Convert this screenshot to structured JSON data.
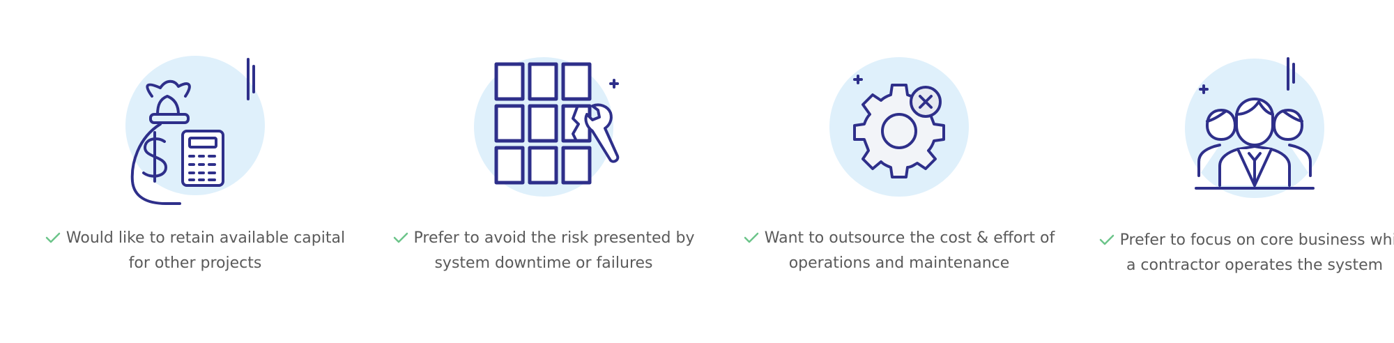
{
  "colors": {
    "circle_bg": "#dff0fb",
    "icon_stroke": "#2e2f8a",
    "check": "#6cc48a",
    "text": "#5a5a5a"
  },
  "features": [
    {
      "icon": "money-bag-calculator-icon",
      "line1": "Would like to retain available capital",
      "line2": "for other projects"
    },
    {
      "icon": "cracked-panel-wrench-icon",
      "line1": "Prefer to avoid the risk presented by",
      "line2": "system downtime or failures"
    },
    {
      "icon": "gear-cancel-icon",
      "line1": "Want to outsource the cost & effort of",
      "line2": "operations and maintenance"
    },
    {
      "icon": "team-group-icon",
      "line1": "Prefer to focus on core business while",
      "line2": "a contractor operates the system"
    }
  ]
}
